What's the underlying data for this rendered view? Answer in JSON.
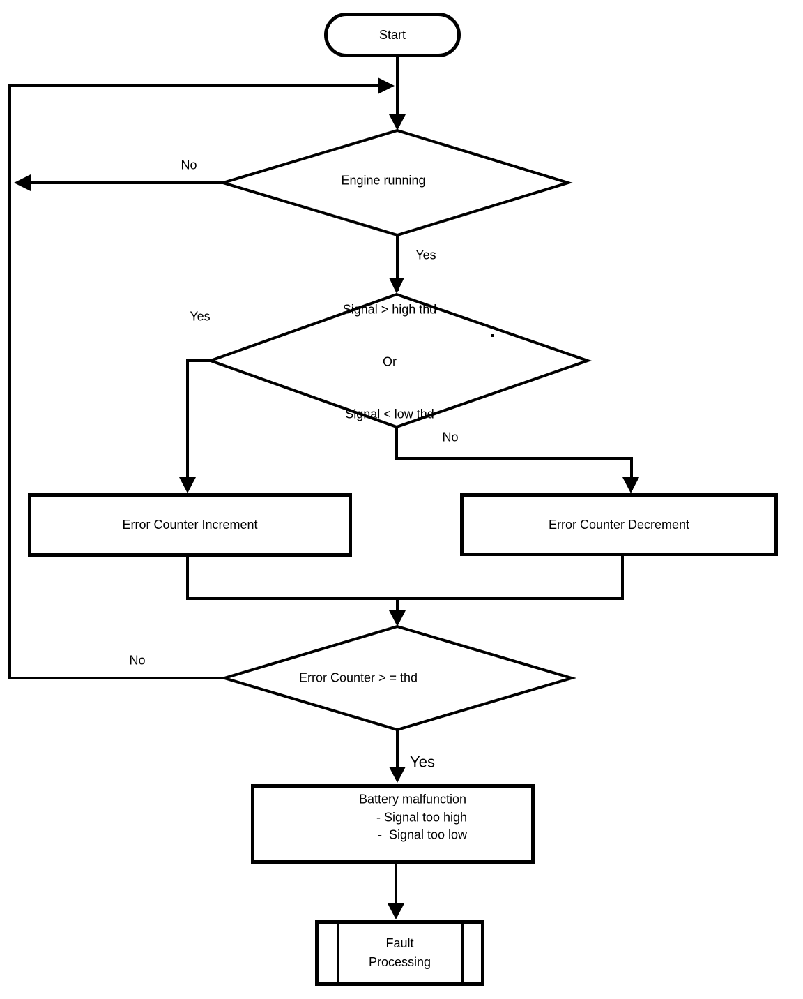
{
  "diagram": {
    "type": "flowchart",
    "colors": {
      "background": "#ffffff",
      "stroke": "#000000",
      "text": "#000000"
    },
    "nodes": {
      "start": {
        "shape": "terminator",
        "label": "Start"
      },
      "engine_running": {
        "shape": "decision",
        "label": "Engine running"
      },
      "signal_threshold": {
        "shape": "decision",
        "line1": "Signal > high thd",
        "line2": "Or",
        "line3": "Signal < low thd"
      },
      "error_counter_increment": {
        "shape": "process",
        "label": "Error Counter Increment"
      },
      "error_counter_decrement": {
        "shape": "process",
        "label": "Error Counter Decrement"
      },
      "error_counter_threshold": {
        "shape": "decision",
        "label": "Error Counter > = thd"
      },
      "battery_malfunction": {
        "shape": "process",
        "line1": "Battery malfunction",
        "line2": "- Signal too high",
        "line3": "-  Signal too low"
      },
      "fault_processing": {
        "shape": "predefined_process",
        "line1": "Fault",
        "line2": "Processing"
      }
    },
    "edge_labels": {
      "engine_running_no": "No",
      "engine_running_yes": "Yes",
      "signal_threshold_yes": "Yes",
      "signal_threshold_no": "No",
      "error_counter_threshold_no": "No",
      "error_counter_threshold_yes": "Yes"
    }
  }
}
